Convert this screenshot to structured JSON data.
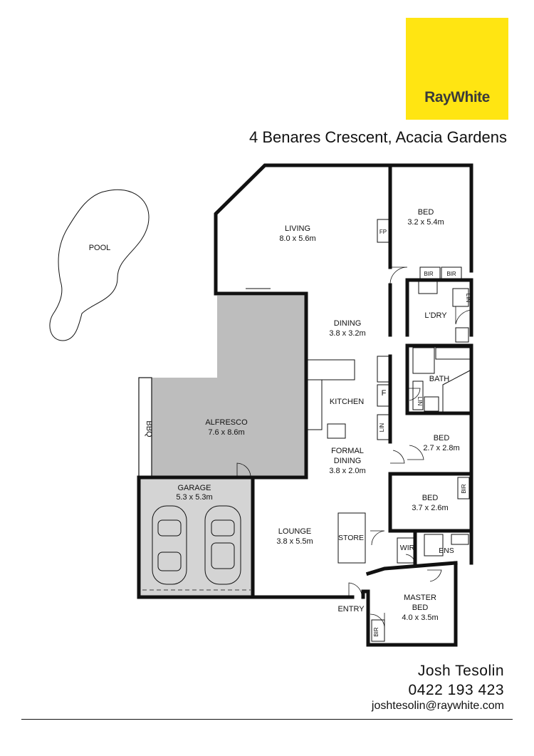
{
  "brand": {
    "logo_text": "RayWhite",
    "logo_color": "#ffe512",
    "logo_text_color": "#3a3a3a"
  },
  "address": "4 Benares Crescent, Acacia Gardens",
  "rooms": {
    "pool": {
      "name": "POOL"
    },
    "living": {
      "name": "LIVING",
      "size": "8.0 x 5.6m"
    },
    "fp": {
      "name": "FP"
    },
    "bed_top": {
      "name": "BED",
      "size": "3.2 x 5.4m"
    },
    "bir_1": {
      "name": "BIR"
    },
    "bir_2": {
      "name": "BIR"
    },
    "lin_1": {
      "name": "LIN"
    },
    "ldry": {
      "name": "L'DRY"
    },
    "dining": {
      "name": "DINING",
      "size": "3.8 x 3.2m"
    },
    "bath": {
      "name": "BATH"
    },
    "lin_2": {
      "name": "LIN"
    },
    "kitchen": {
      "name": "KITCHEN"
    },
    "fridge": {
      "name": "F"
    },
    "lin_3": {
      "name": "LIN"
    },
    "alfresco": {
      "name": "ALFRESCO",
      "size": "7.6 x 8.6m"
    },
    "bbq": {
      "name": "BBQ"
    },
    "bed_mid": {
      "name": "BED",
      "size": "2.7 x 2.8m"
    },
    "formal_dining": {
      "name_line1": "FORMAL",
      "name_line2": "DINING",
      "size": "3.8 x 2.0m"
    },
    "garage": {
      "name": "GARAGE",
      "size": "5.3 x 5.3m"
    },
    "bed_low": {
      "name": "BED",
      "size": "3.7 x 2.6m"
    },
    "bir_3": {
      "name": "BIR"
    },
    "lounge": {
      "name": "LOUNGE",
      "size": "3.8 x 5.5m"
    },
    "store": {
      "name": "STORE"
    },
    "wir": {
      "name": "WIR"
    },
    "ens": {
      "name": "ENS"
    },
    "master": {
      "name_line1": "MASTER",
      "name_line2": "BED",
      "size": "4.0 x 3.5m"
    },
    "entry": {
      "name": "ENTRY"
    },
    "bir_4": {
      "name": "BIR"
    }
  },
  "colors": {
    "wall": "#111111",
    "alfresco_fill": "#bdbdbd",
    "garage_fill": "#d4d4d4"
  },
  "agent": {
    "name": "Josh Tesolin",
    "phone": "0422 193 423",
    "email": "joshtesolin@raywhite.com"
  }
}
